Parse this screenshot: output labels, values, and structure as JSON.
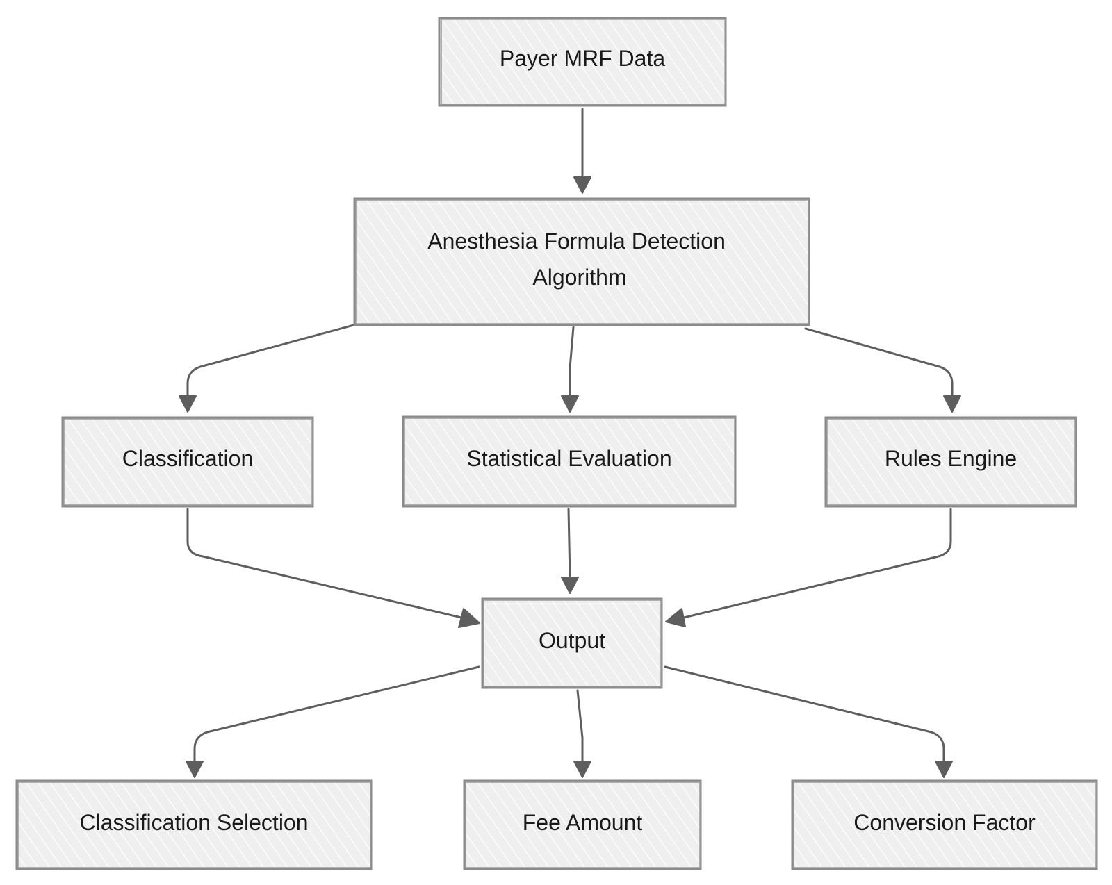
{
  "nodes": {
    "payer_mrf_data": {
      "lines": [
        "Payer MRF Data"
      ]
    },
    "detection_algorithm": {
      "lines": [
        "Anesthesia Formula Detection",
        "Algorithm"
      ]
    },
    "classification": {
      "lines": [
        "Classification"
      ]
    },
    "statistical_evaluation": {
      "lines": [
        "Statistical Evaluation"
      ]
    },
    "rules_engine": {
      "lines": [
        "Rules Engine"
      ]
    },
    "output": {
      "lines": [
        "Output"
      ]
    },
    "classification_selection": {
      "lines": [
        "Classification Selection"
      ]
    },
    "fee_amount": {
      "lines": [
        "Fee Amount"
      ]
    },
    "conversion_factor": {
      "lines": [
        "Conversion Factor"
      ]
    }
  },
  "edges": [
    {
      "from": "payer_mrf_data",
      "to": "detection_algorithm"
    },
    {
      "from": "detection_algorithm",
      "to": "classification"
    },
    {
      "from": "detection_algorithm",
      "to": "statistical_evaluation"
    },
    {
      "from": "detection_algorithm",
      "to": "rules_engine"
    },
    {
      "from": "classification",
      "to": "output"
    },
    {
      "from": "statistical_evaluation",
      "to": "output"
    },
    {
      "from": "rules_engine",
      "to": "output"
    },
    {
      "from": "output",
      "to": "classification_selection"
    },
    {
      "from": "output",
      "to": "fee_amount"
    },
    {
      "from": "output",
      "to": "conversion_factor"
    }
  ],
  "colors": {
    "node_fill": "#efefef",
    "hatch_stroke": "#ffffff",
    "node_border": "#8a8a8a",
    "edge": "#5e5e5e",
    "text": "#1a1a1a"
  }
}
